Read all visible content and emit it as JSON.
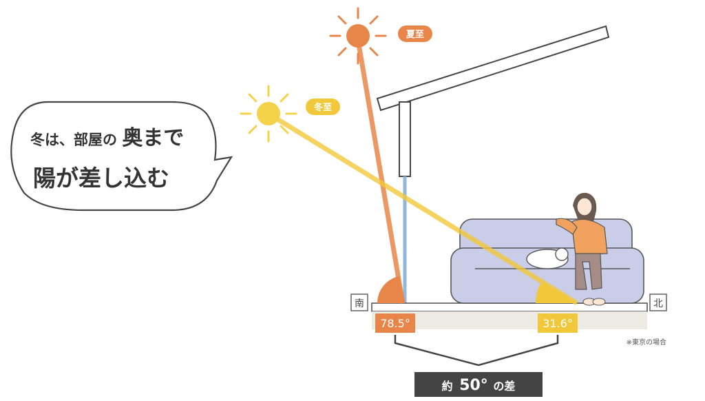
{
  "bubble": {
    "line1_small": "冬は、部屋の",
    "line1_big": "奥まで",
    "line2": "陽が差し込む"
  },
  "labels": {
    "summer": "夏至",
    "winter": "冬至",
    "south": "南",
    "north": "北",
    "summer_angle": "78.5°",
    "winter_angle": "31.6°",
    "note": "※東京の場合",
    "diff_prefix": "約",
    "diff_value": "50°",
    "diff_suffix": "の差"
  },
  "colors": {
    "summer": "#e8864a",
    "winter": "#f1c83a",
    "winter_sun": "#f4d24a",
    "sofa": "#c9cde8",
    "floor": "#eeeae4",
    "dark": "#444444",
    "glass": "#8fb7e0"
  },
  "angles": {
    "summer": 78.5,
    "winter": 31.6
  }
}
